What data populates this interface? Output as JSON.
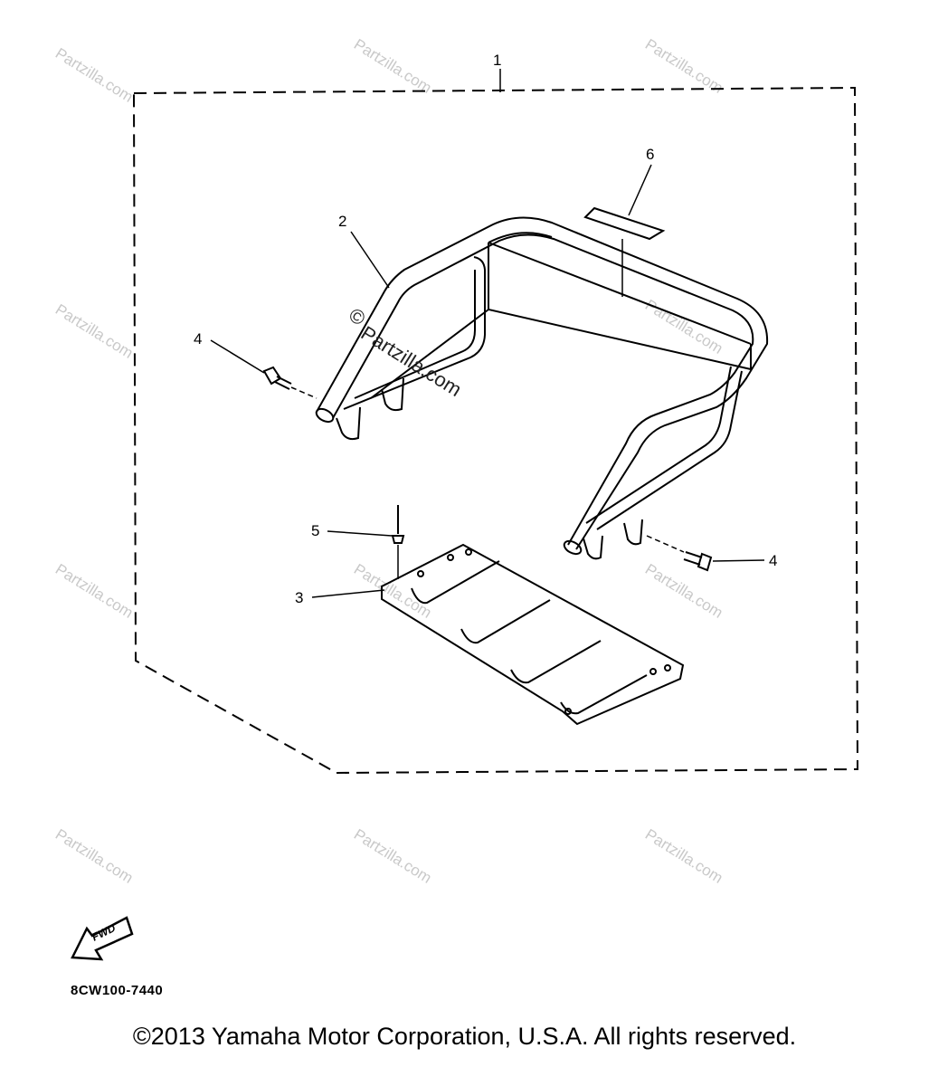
{
  "callouts": [
    "1",
    "2",
    "3",
    "4",
    "4",
    "5",
    "6"
  ],
  "watermark": "Partzilla.com",
  "watermark_symbol": "©",
  "fwd_label": "FWD",
  "part_code": "8CW100-7440",
  "copyright": "©2013 Yamaha Motor Corporation, U.S.A. All rights reserved."
}
